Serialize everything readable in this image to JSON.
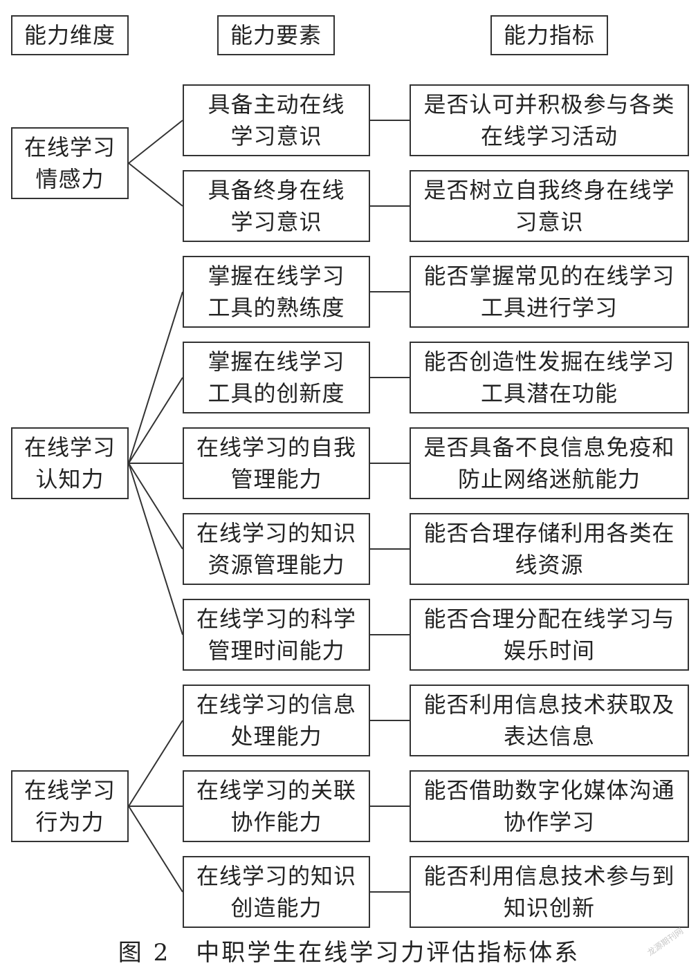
{
  "headers": [
    "能力维度",
    "能力要素",
    "能力指标"
  ],
  "dimensions": [
    {
      "label": "在线学习\n情感力",
      "elements": [
        {
          "label": "具备主动在线\n学习意识",
          "indicator": "是否认可并积极参与各类\n在线学习活动"
        },
        {
          "label": "具备终身在线\n学习意识",
          "indicator": "是否树立自我终身在线学\n习意识"
        }
      ]
    },
    {
      "label": "在线学习\n认知力",
      "elements": [
        {
          "label": "掌握在线学习\n工具的熟练度",
          "indicator": "能否掌握常见的在线学习\n工具进行学习"
        },
        {
          "label": "掌握在线学习\n工具的创新度",
          "indicator": "能否创造性发掘在线学习\n工具潜在功能"
        },
        {
          "label": "在线学习的自我\n管理能力",
          "indicator": "是否具备不良信息免疫和\n防止网络迷航能力"
        },
        {
          "label": "在线学习的知识\n资源管理能力",
          "indicator": "能否合理存储利用各类在\n线资源"
        },
        {
          "label": "在线学习的科学\n管理时间能力",
          "indicator": "能否合理分配在线学习与\n娱乐时间"
        }
      ]
    },
    {
      "label": "在线学习\n行为力",
      "elements": [
        {
          "label": "在线学习的信息\n处理能力",
          "indicator": "能否利用信息技术获取及\n表达信息"
        },
        {
          "label": "在线学习的关联\n协作能力",
          "indicator": "能否借助数字化媒体沟通\n协作学习"
        },
        {
          "label": "在线学习的知识\n创造能力",
          "indicator": "能否利用信息技术参与到\n知识创新"
        }
      ]
    }
  ],
  "caption": "图 2　中职学生在线学习力评估指标体系",
  "watermark": "龙源期刊网"
}
